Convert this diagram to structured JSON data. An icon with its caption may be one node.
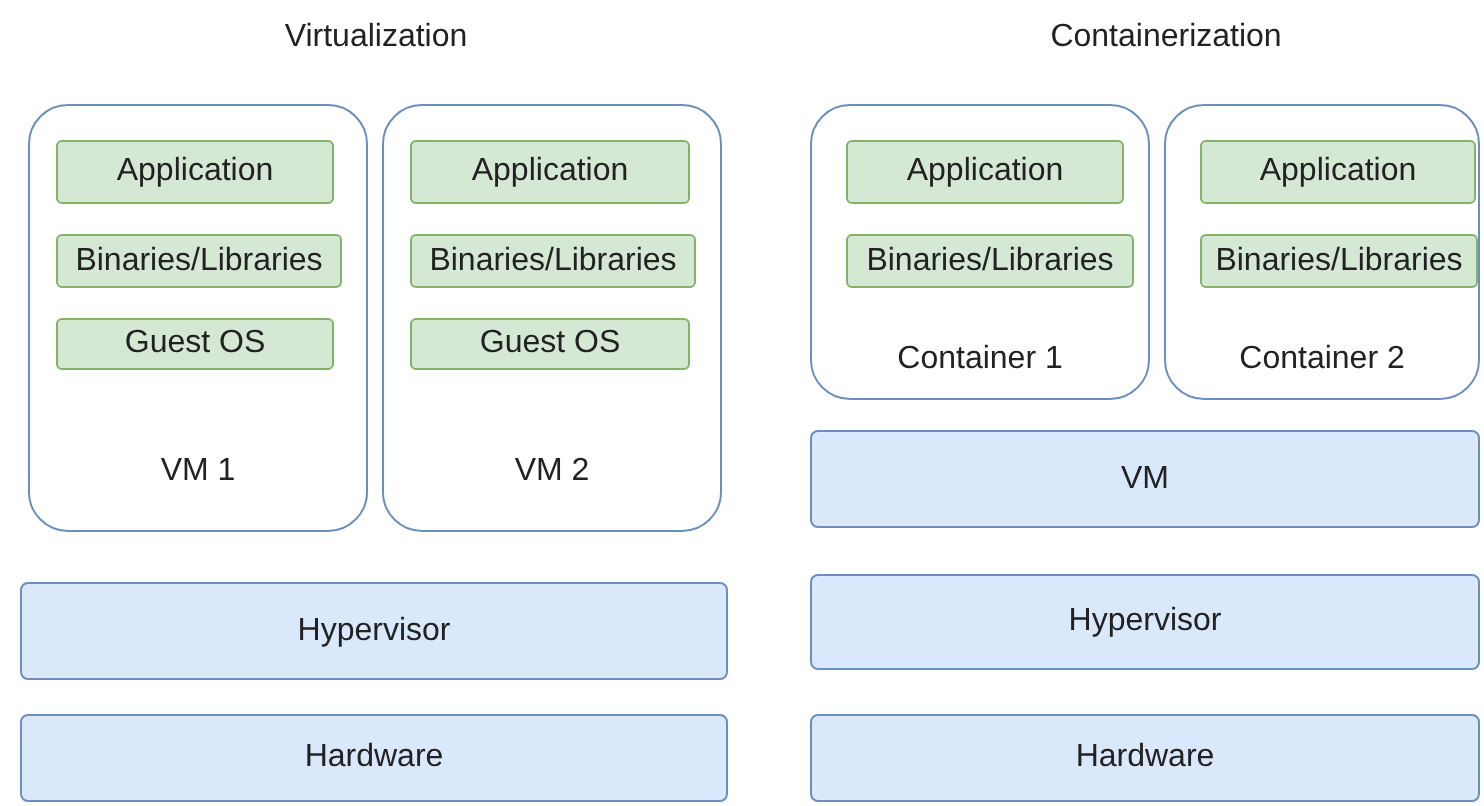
{
  "diagram": {
    "nodes": [
      {
        "text": [
          "VM 1"
        ]
      },
      {
        "text": [
          "Application"
        ],
        "in": 0
      },
      {
        "text": [
          "Binaries/Libraries"
        ],
        "in": 0
      },
      {
        "text": [
          "Guest OS"
        ],
        "in": 0
      },
      {
        "text": [
          "VM 2"
        ]
      },
      {
        "text": [
          "Application"
        ],
        "in": 4
      },
      {
        "text": [
          "Binaries/Libraries"
        ],
        "in": 4
      },
      {
        "text": [
          "Guest OS"
        ],
        "in": 4
      },
      {
        "text": [
          "Hypervisor"
        ]
      },
      {
        "text": [
          "Hardware"
        ]
      },
      {
        "text": [
          "Container 1"
        ]
      },
      {
        "text": [
          "Application"
        ],
        "in": 10
      },
      {
        "text": [
          "Binaries/Libraries"
        ],
        "in": 10
      },
      {
        "text": [
          "Container 2"
        ]
      },
      {
        "text": [
          "Application"
        ],
        "in": 13
      },
      {
        "text": [
          "Binaries/Libraries"
        ],
        "in": 13
      },
      {
        "text": [
          "VM"
        ]
      },
      {
        "text": [
          "Hypervisor"
        ]
      },
      {
        "text": [
          "Hardware"
        ]
      }
    ],
    "labels": [
      "Virtualization",
      "Containerization"
    ]
  }
}
